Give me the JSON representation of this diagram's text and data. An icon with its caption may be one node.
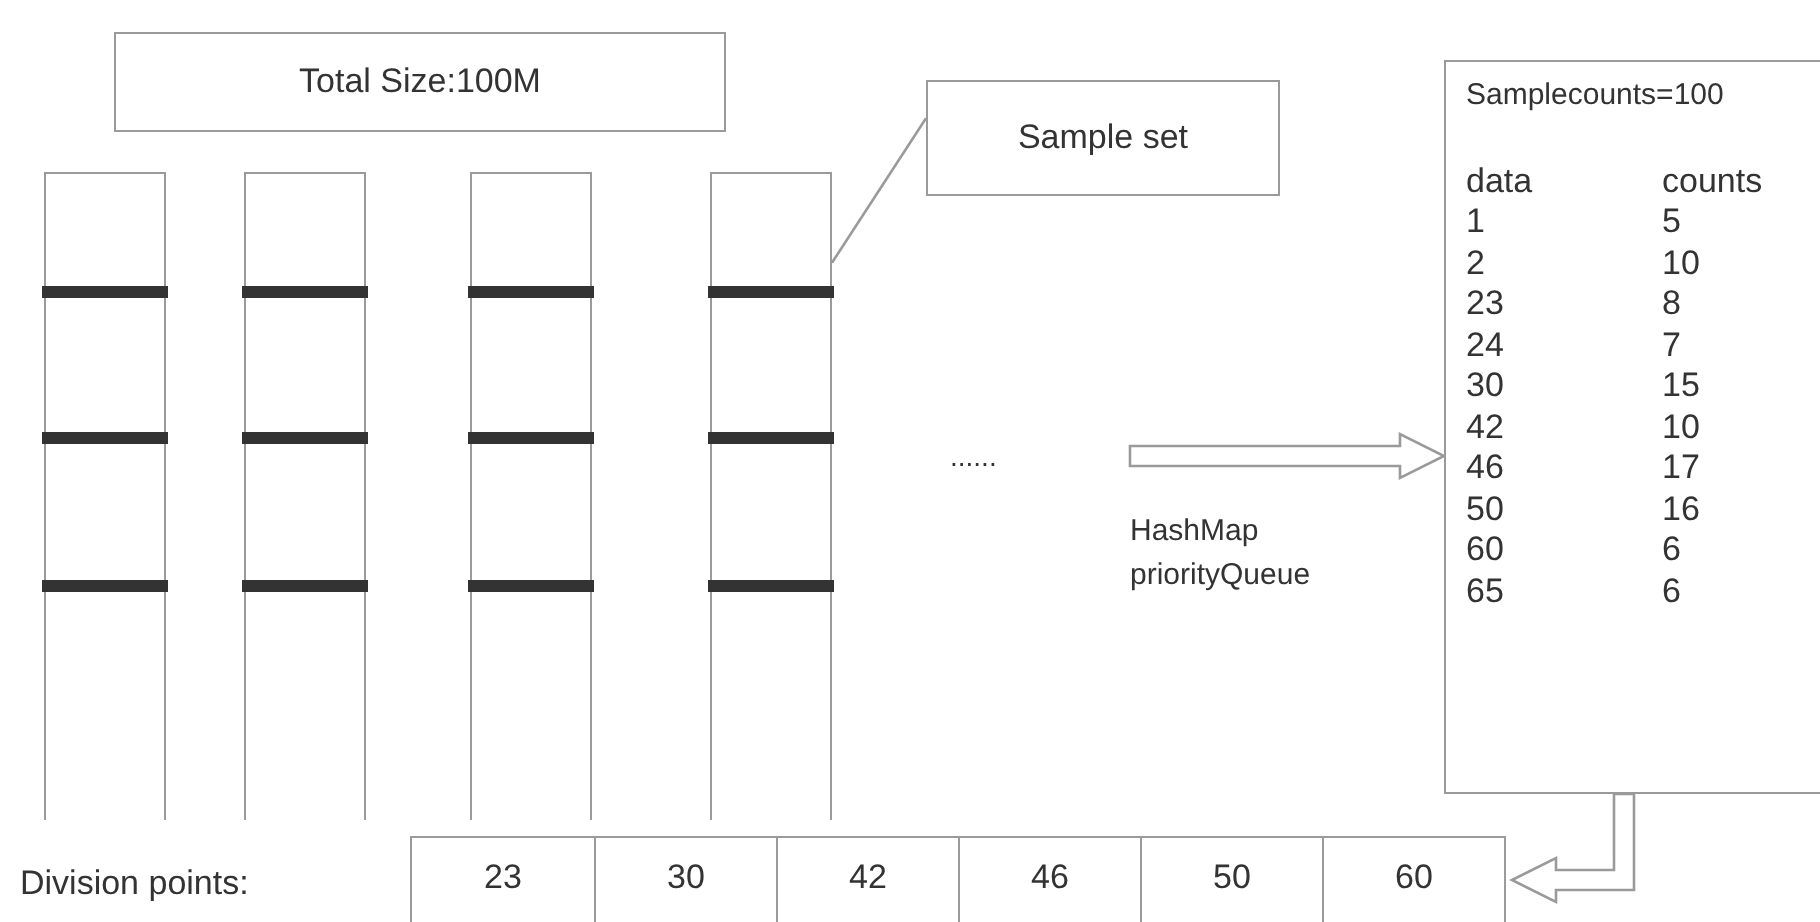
{
  "diagram": {
    "nodes": [
      {
        "text": [
          "Total Size:100M"
        ]
      },
      {
        "text": [
          "Sample set"
        ]
      },
      {
        "text": [],
        "shape": "box"
      },
      {
        "text": [],
        "shape": "box"
      },
      {
        "text": [],
        "shape": "box"
      },
      {
        "text": [],
        "shape": "box"
      },
      {
        "text": [
          "Samplecounts=100",
          "data",
          "counts",
          "1",
          "5",
          "2",
          "10",
          "23",
          "8",
          "24",
          "7",
          "30",
          "15",
          "42",
          "10",
          "46",
          "17",
          "50",
          "16",
          "60",
          "6",
          "65",
          "6"
        ]
      },
      {
        "text": [
          "23",
          "30",
          "42",
          "46",
          "50",
          "60"
        ]
      }
    ],
    "edges": [
      {
        "from": 1,
        "to": 5,
        "arrow": "none"
      },
      {
        "from": null,
        "to": 6,
        "arrow": "to",
        "label": "HashMap priorityQueue"
      },
      {
        "from": 6,
        "to": 7,
        "arrow": "to"
      }
    ],
    "labels": [
      "......",
      "Division points:"
    ]
  }
}
